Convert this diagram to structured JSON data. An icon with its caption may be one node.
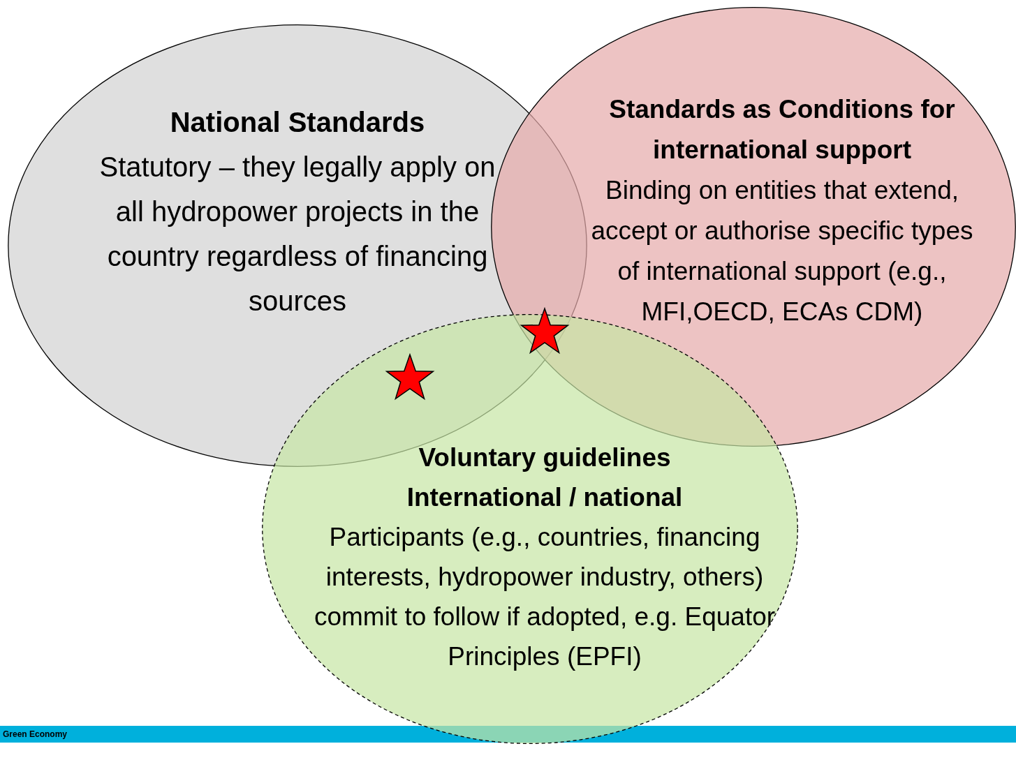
{
  "diagram": {
    "nodes": [
      {
        "text": [
          "National Standards",
          "Statutory – they legally apply on all hydropower projects in the country regardless of financing sources"
        ]
      },
      {
        "text": [
          "Standards as Conditions for international support",
          "Binding on entities that extend, accept or authorise specific types of international support (e.g., MFI,OECD, ECAs CDM)"
        ]
      },
      {
        "text": [
          "Voluntary guidelines",
          "International / national",
          "Participants (e.g., countries, financing interests, hydropower industry, others) commit to follow if adopted, e.g. Equator Principles (EPFI)"
        ]
      }
    ],
    "labels": [
      "Green Economy"
    ]
  }
}
